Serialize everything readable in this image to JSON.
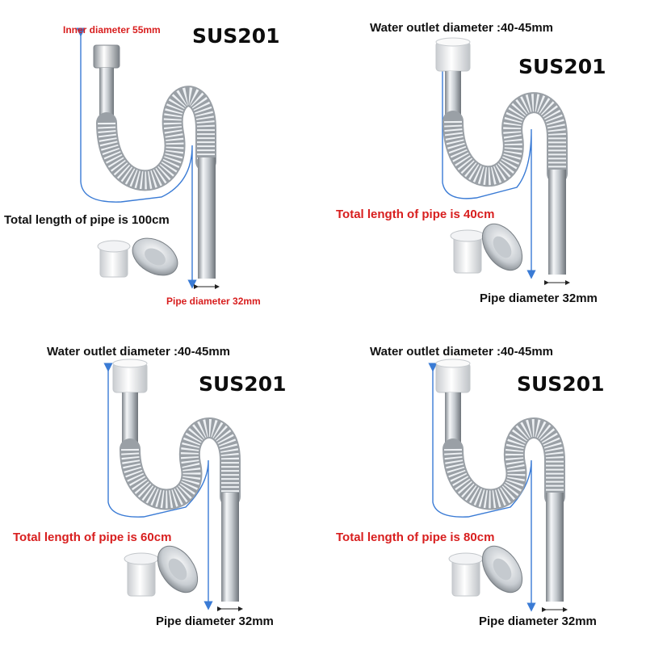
{
  "panels": [
    {
      "model": "SUS201",
      "top_label": "Inner diameter 55mm",
      "length_label": "Total length of pipe is 100cm",
      "diameter_label": "Pipe diameter 32mm"
    },
    {
      "model": "SUS201",
      "top_label": "Water outlet diameter :40-45mm",
      "length_label": "Total length of pipe is 40cm",
      "diameter_label": "Pipe diameter 32mm"
    },
    {
      "model": "SUS201",
      "top_label": "Water outlet diameter :40-45mm",
      "length_label": "Total length of pipe is  60cm",
      "diameter_label": "Pipe diameter 32mm"
    },
    {
      "model": "SUS201",
      "top_label": "Water outlet diameter :40-45mm",
      "length_label": "Total length of pipe is 80cm",
      "diameter_label": "Pipe diameter 32mm"
    }
  ],
  "colors": {
    "accent_red": "#d81e1e",
    "dimension_blue": "#3a7bd5",
    "text": "#111111",
    "steel": "#b9bec4"
  }
}
